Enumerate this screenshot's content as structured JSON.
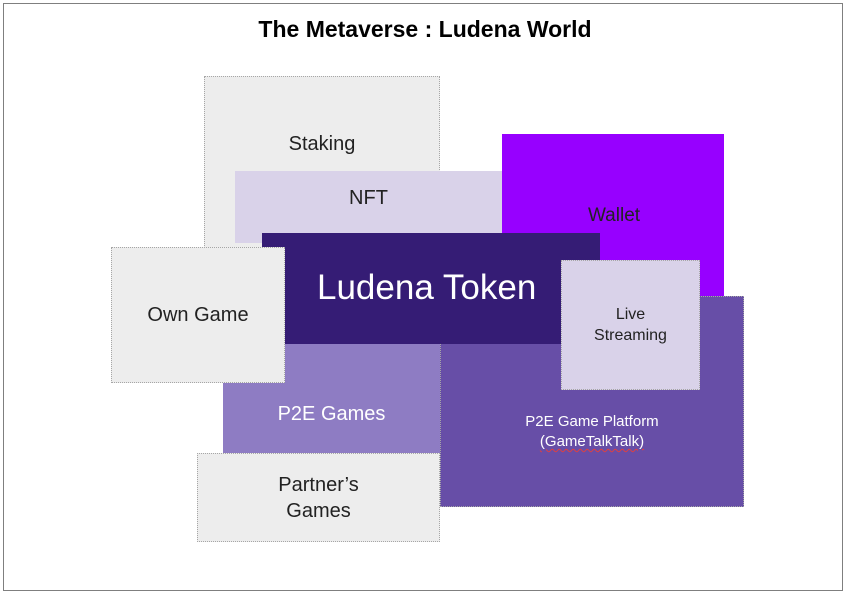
{
  "diagram": {
    "title": "The Metaverse : Ludena World",
    "blocks": {
      "staking": "Staking",
      "wallet": "Wallet",
      "nft": "NFT",
      "token": "Ludena Token",
      "own_game": "Own Game",
      "live_streaming": [
        "Live",
        "Streaming"
      ],
      "p2e_games": "P2E Games",
      "p2e_platform": [
        "P2E Game Platform",
        "(GameTalkTalk)"
      ],
      "partner_games": [
        "Partner’s",
        "Games"
      ]
    },
    "colors": {
      "light_gray": "#ededed",
      "wallet_purple": "#9700ff",
      "lavender": "#d9d2e9",
      "platform_purple": "#674ea7",
      "games_purple": "#8e7cc3",
      "token_purple": "#351c75"
    }
  }
}
